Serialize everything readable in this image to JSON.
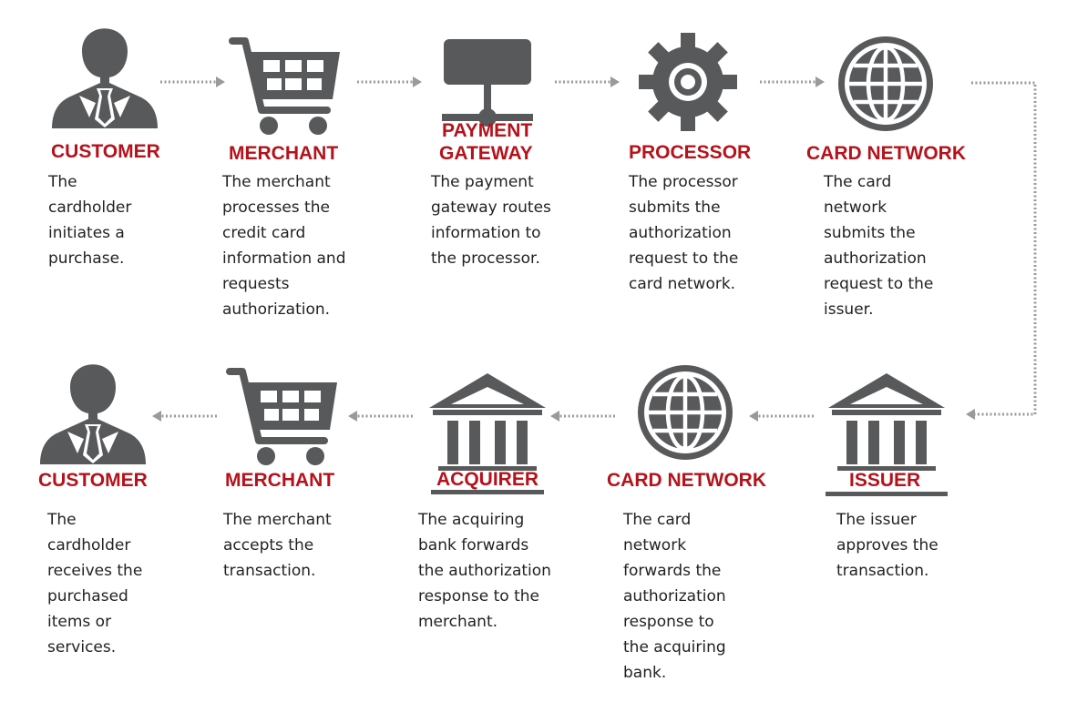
{
  "colors": {
    "accent": "#b5121b",
    "icon": "#58595b",
    "arrow": "#9a9a9a",
    "text": "#222222"
  },
  "top_row": {
    "steps": [
      {
        "title": "CUSTOMER",
        "icon": "person-icon",
        "description": "The\ncardholder\ninitiates a\npurchase."
      },
      {
        "title": "MERCHANT",
        "icon": "shopping-cart-icon",
        "description": "The merchant\nprocesses the\ncredit card\ninformation and\nrequests\nauthorization."
      },
      {
        "title_line1": "PAYMENT",
        "title_line2": "GATEWAY",
        "icon": "network-server-icon",
        "description": "The payment\ngateway routes\ninformation to\nthe processor."
      },
      {
        "title": "PROCESSOR",
        "icon": "gear-icon",
        "description": "The processor\nsubmits the\nauthorization\nrequest to the\ncard network."
      },
      {
        "title": "CARD NETWORK",
        "icon": "globe-icon",
        "description": "The card\nnetwork\nsubmits the\nauthorization\nrequest to the\nissuer."
      }
    ]
  },
  "bottom_row": {
    "steps": [
      {
        "title": "CUSTOMER",
        "icon": "person-icon",
        "description": "The\ncardholder\nreceives the\npurchased\nitems or\nservices."
      },
      {
        "title": "MERCHANT",
        "icon": "shopping-cart-icon",
        "description": "The merchant\naccepts the\ntransaction."
      },
      {
        "title": "ACQUIRER",
        "icon": "bank-icon",
        "description": "The acquiring\nbank forwards\nthe authorization\nresponse to the\nmerchant."
      },
      {
        "title": "CARD NETWORK",
        "icon": "globe-icon",
        "description": "The card\nnetwork\nforwards the\nauthorization\nresponse to\nthe acquiring\nbank."
      },
      {
        "title": "ISSUER",
        "icon": "bank-icon",
        "description": "The issuer\napproves the\ntransaction."
      }
    ]
  }
}
